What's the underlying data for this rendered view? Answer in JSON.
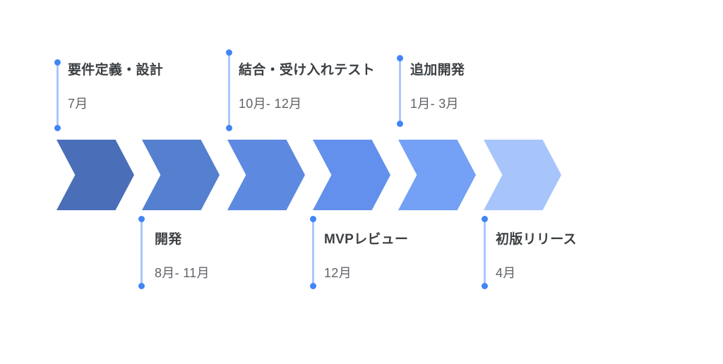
{
  "diagram": {
    "type": "process-timeline-chevron",
    "background_color": "#ffffff",
    "connector_color": "#4285f4",
    "connector_stem_color": "#a9c7fb",
    "title_color": "#3c4043",
    "period_color": "#5f6368",
    "phases": [
      {
        "index": 1,
        "title": "要件定義・設計",
        "period": "7月",
        "color": "#4a6fb8",
        "label_position": "above"
      },
      {
        "index": 2,
        "title": "開発",
        "period": "8月- 11月",
        "color": "#5580cf",
        "label_position": "below"
      },
      {
        "index": 3,
        "title": "結合・受け入れテスト",
        "period": "10月- 12月",
        "color": "#5d89e0",
        "label_position": "above"
      },
      {
        "index": 4,
        "title": "MVPレビュー",
        "period": "12月",
        "color": "#6290ec",
        "label_position": "below"
      },
      {
        "index": 5,
        "title": "追加開発",
        "period": "1月- 3月",
        "color": "#74a0f5",
        "label_position": "above"
      },
      {
        "index": 6,
        "title": "初版リリース",
        "period": "4月",
        "color": "#a7c4fb",
        "label_position": "below"
      }
    ]
  }
}
